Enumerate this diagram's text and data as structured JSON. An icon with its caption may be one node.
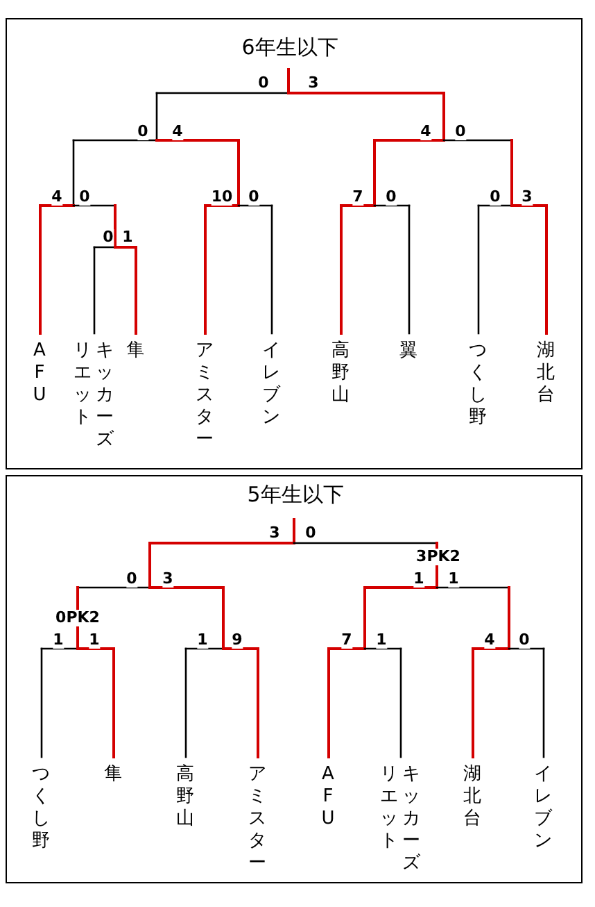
{
  "diagram": {
    "nodes": [
      {
        "text": [
          "6年生以下"
        ]
      },
      {
        "text": [
          "AFU"
        ],
        "in": 0
      },
      {
        "text": [
          "キッカーズリエット"
        ],
        "in": 0
      },
      {
        "text": [
          "隼"
        ],
        "in": 0
      },
      {
        "text": [
          "アミスター"
        ],
        "in": 0
      },
      {
        "text": [
          "イレブン"
        ],
        "in": 0
      },
      {
        "text": [
          "高野山"
        ],
        "in": 0
      },
      {
        "text": [
          "翼"
        ],
        "in": 0
      },
      {
        "text": [
          "つくし野"
        ],
        "in": 0
      },
      {
        "text": [
          "湖北台"
        ],
        "in": 0
      },
      {
        "text": [
          "5年生以下"
        ]
      },
      {
        "text": [
          "つくし野"
        ],
        "in": 10
      },
      {
        "text": [
          "隼"
        ],
        "in": 10
      },
      {
        "text": [
          "高野山"
        ],
        "in": 10
      },
      {
        "text": [
          "アミスター"
        ],
        "in": 10
      },
      {
        "text": [
          "AFU"
        ],
        "in": 10
      },
      {
        "text": [
          "キッカーズリエット"
        ],
        "in": 10
      },
      {
        "text": [
          "湖北台"
        ],
        "in": 10
      },
      {
        "text": [
          "イレブン"
        ],
        "in": 10
      }
    ],
    "labels": [
      "0",
      "3",
      "0",
      "4",
      "4",
      "0",
      "4",
      "0",
      "10",
      "0",
      "7",
      "0",
      "0",
      "3",
      "0",
      "1",
      "3",
      "0",
      "3PK2",
      "0",
      "3",
      "1",
      "1",
      "0PK2",
      "1",
      "1",
      "1",
      "9",
      "7",
      "1",
      "4",
      "0"
    ]
  }
}
